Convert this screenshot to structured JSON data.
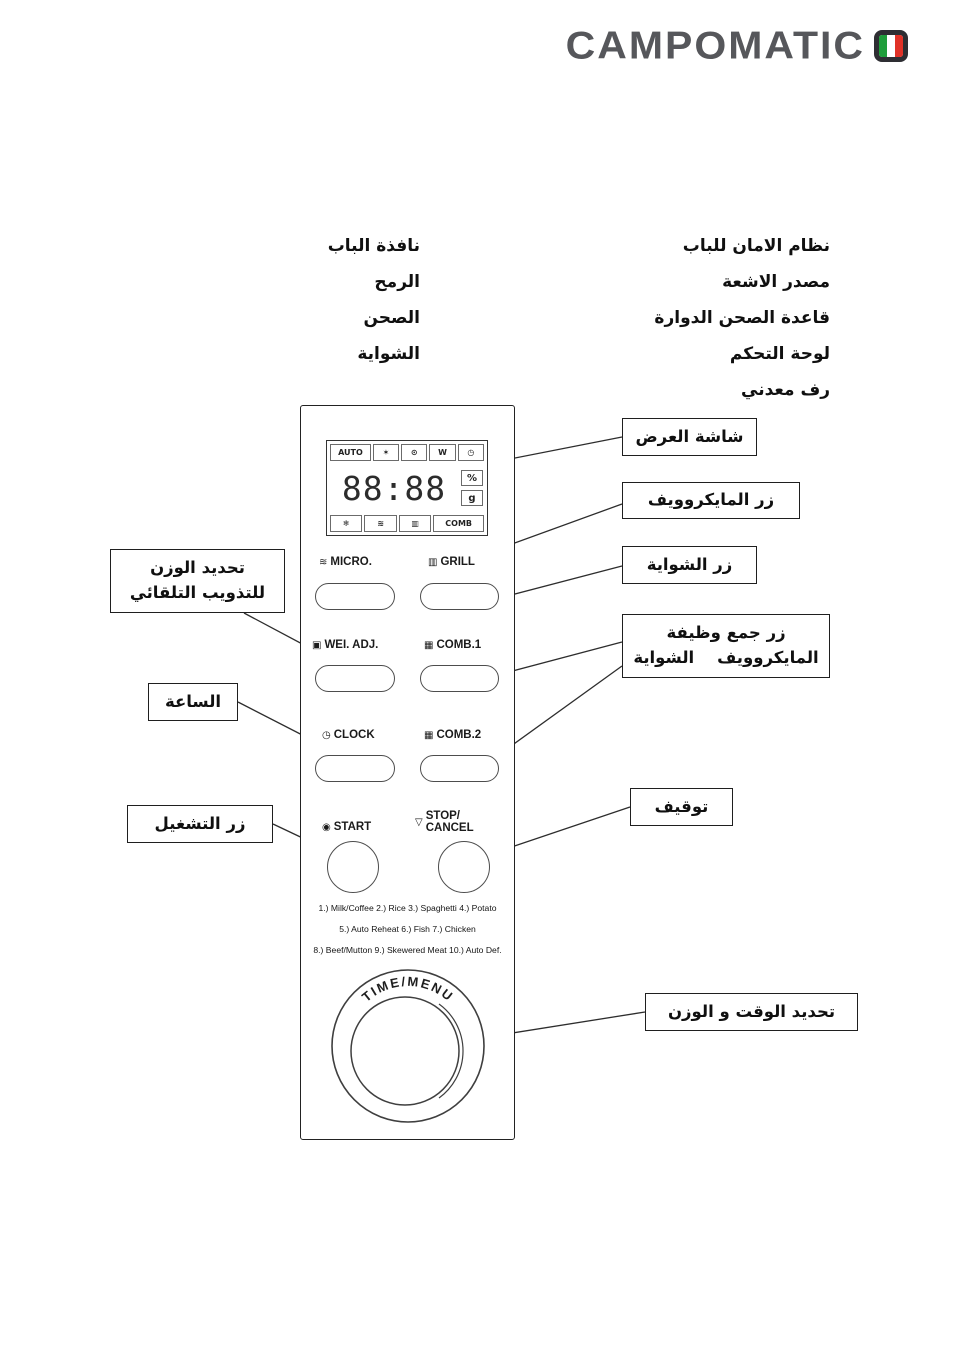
{
  "logo": {
    "text": "CAMPOMATIC",
    "colors": {
      "text": "#56575b",
      "flag_green": "#1e9d3a",
      "flag_red": "#e03127"
    }
  },
  "diagram_labels": {
    "left_column": [
      "نافذة الباب",
      "الرمح",
      "الصحن",
      "الشواية"
    ],
    "right_column": [
      "نظام الامان للباب",
      "مصدر الاشعة",
      "قاعدة الصحن الدوارة",
      "لوحة التحكم",
      "رف معدني"
    ]
  },
  "panel": {
    "display": {
      "top_row": [
        {
          "name": "auto-indicator",
          "glyph": "AUTO"
        },
        {
          "name": "fan-icon",
          "glyph": "✶"
        },
        {
          "name": "turntable-icon",
          "glyph": "⊙"
        },
        {
          "name": "watt-indicator",
          "glyph": "W"
        },
        {
          "name": "clock-icon",
          "glyph": "◷"
        }
      ],
      "time_value": "88:88",
      "percent_label": "%",
      "gram_label": "g",
      "bottom_row": [
        {
          "name": "defrost-icon",
          "glyph": "❄"
        },
        {
          "name": "microwave-waves-icon",
          "glyph": "≋"
        },
        {
          "name": "grill-element-icon",
          "glyph": "▥"
        },
        {
          "name": "comb-indicator",
          "glyph": "COMB"
        }
      ]
    },
    "buttons": {
      "micro": {
        "icon": "≋",
        "label": "MICRO."
      },
      "grill": {
        "icon": "▥",
        "label": "GRILL"
      },
      "wei_adj": {
        "icon": "▣",
        "label": "WEI. ADJ."
      },
      "comb1": {
        "icon": "▦",
        "label": "COMB.1"
      },
      "clock": {
        "icon": "◷",
        "label": "CLOCK"
      },
      "comb2": {
        "icon": "▦",
        "label": "COMB.2"
      },
      "start": {
        "icon": "◉",
        "label": "START"
      },
      "stop": {
        "icon": "▽",
        "label_line1": "STOP/",
        "label_line2": "CANCEL"
      }
    },
    "menu_lines": [
      "1.) Milk/Coffee  2.) Rice  3.) Spaghetti  4.) Potato",
      "5.) Auto Reheat  6.) Fish  7.) Chicken",
      "8.) Beef/Mutton  9.) Skewered Meat  10.) Auto Def."
    ],
    "dial_label": "TIME/MENU"
  },
  "callouts": {
    "display_screen": "شاشة العرض",
    "microwave_button": "زر المايكروويف",
    "grill_button": "زر الشواية",
    "combo_line1": "زر جمع وظيفة",
    "combo_line2": "المايكروويف    الشواية",
    "stop": "توقيف",
    "weight_line1": "تحديد الوزن",
    "weight_line2": "للتذويب التلقائي",
    "clock": "الساعة",
    "start_button": "زر التشغيل",
    "time_weight": "تحديد الوقت و الوزن"
  }
}
